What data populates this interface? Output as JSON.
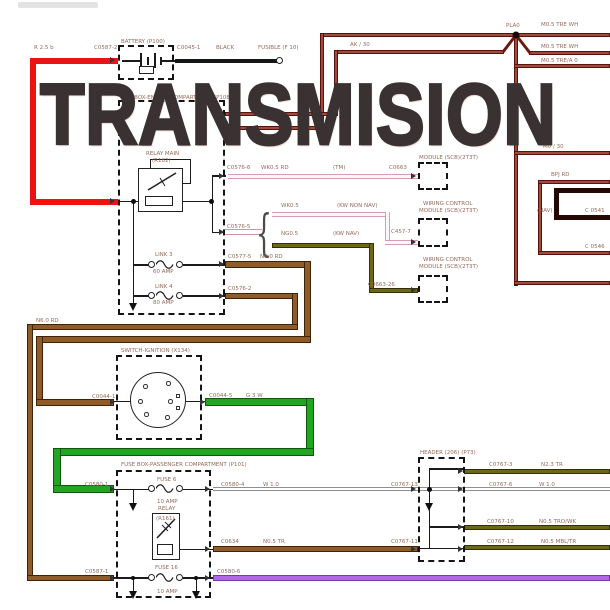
{
  "title": "TRANSMISION",
  "brace": "{",
  "battery": {
    "label": "BATTERY (P100)",
    "wire_in": "R 2.5 b",
    "conn_in": "C0587-2",
    "conn_out": "C0045-1",
    "wire_out": "BLACK",
    "terminal": "FUSIBLE (F 10)"
  },
  "top_right": {
    "node": "PLA0",
    "wire1": "M0.5 TRE WH",
    "wire2": "M0.5 TRE WH",
    "wire3": "M0.5 TRE/A 0",
    "branch_label": "AK / 30",
    "ring_label": "M0 / 30",
    "ring_wire": "BPJ RD",
    "nav_tag": "(NAV)",
    "conn1": "C 0541",
    "conn2": "C 0546"
  },
  "engine_fusebox": {
    "label": "FUSEBOX-ENGINE COMPARTMENT (P108)",
    "relay1": "RELAY MAIN",
    "relay2": "(R182)",
    "out_tm": {
      "conn": "C0576-6",
      "wire": "WK0.5 RD",
      "tag": "(TM)",
      "to": "C0663"
    },
    "out_split": {
      "conn": "C0576-5",
      "wire1": "WK0.5",
      "tag1": "(KW NON NAV)",
      "to1": "C457-7",
      "wire2": "NG0.5",
      "tag2": "(KW NAV)",
      "to2": "C0663-26"
    },
    "link3": {
      "name": "LINK 3",
      "amp": "60 AMP",
      "conn": "C0577-5",
      "wire": "N6.0 RD"
    },
    "link4": {
      "name": "LINK 4",
      "amp": "80 AMP",
      "conn": "C0576-2"
    },
    "wire_note": "N6.0 RD"
  },
  "modules": {
    "m1": "MODULE (SCB)(2T3T)",
    "m2a": "WIRING CONTROL",
    "m2b": "MODULE (SCB)(2T3T)",
    "m3a": "WIRING CONTROL",
    "m3b": "MODULE (SCB)(2T3T)"
  },
  "ignition": {
    "label": "SWITCH-IGNITION (X134)",
    "conn_in": "C0044-1",
    "conn_out": "C0044-5",
    "wire_out": "G 3 W"
  },
  "pass_fusebox": {
    "label": "FUSE BOX-PASSENGER COMPARTMENT (P101)",
    "conn_in6": "C0580-1",
    "fuse6": "FUSE 6",
    "amp6": "10 AMP",
    "conn_out6": "C0580-4",
    "wire6": "W 1.0",
    "relay1": "RELAY",
    "relay2": "(R161)",
    "conn_relay": "C0634",
    "wire_relay": "N0.5 TR",
    "conn_in16": "C0587-1",
    "fuse16": "FUSE 16",
    "amp16": "10 AMP",
    "conn_out16": "C0580-6"
  },
  "header": {
    "label": "HEADER (206) (P73)",
    "conn_l13": "C0767-13",
    "conn_l11": "C0767-11",
    "r3": "C0767-3",
    "w3": "N2.3 TR",
    "r6": "C0767-6",
    "w6": "W 1.0",
    "r10": "C0767-10",
    "w10": "N0.5 TRO/WK",
    "r12": "C0767-12",
    "w12": "N0.5 MBL/TR"
  }
}
